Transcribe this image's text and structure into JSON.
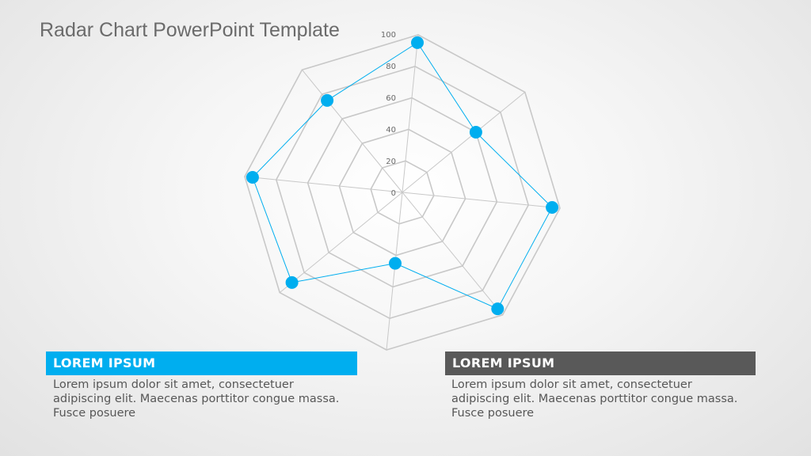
{
  "slide": {
    "title": "Radar Chart PowerPoint Template"
  },
  "colors": {
    "accent": "#00aeef",
    "dark": "#595959",
    "grid": "#c8c8c8"
  },
  "chart_data": {
    "type": "radar",
    "categories": [
      "",
      "",
      "",
      "",
      "",
      "",
      "",
      ""
    ],
    "series": [
      {
        "values": [
          95,
          60,
          95,
          95,
          45,
          90,
          95,
          75
        ]
      }
    ],
    "rlim": [
      0,
      100
    ],
    "ticks": [
      0,
      20,
      40,
      60,
      80,
      100
    ],
    "grid": true
  },
  "boxes": [
    {
      "heading": "LOREM IPSUM",
      "body": "Lorem ipsum dolor sit amet, consectetuer adipiscing elit. Maecenas porttitor congue massa. Fusce posuere"
    },
    {
      "heading": "LOREM IPSUM",
      "body": "Lorem ipsum dolor sit amet, consectetuer adipiscing elit. Maecenas porttitor congue massa. Fusce posuere"
    }
  ]
}
